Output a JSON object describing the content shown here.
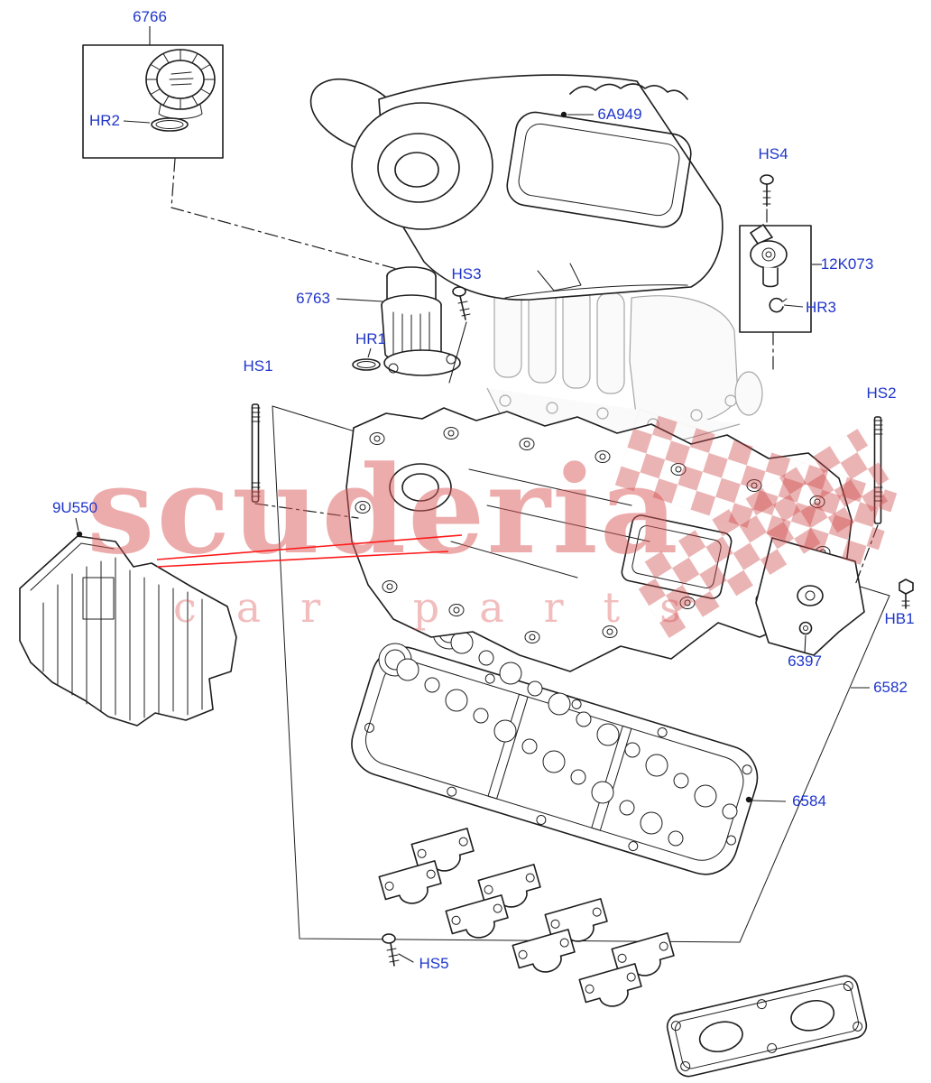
{
  "diagram_type": "exploded-parts-diagram",
  "colors": {
    "part_label": "#1f35c9",
    "watermark": "#db5a5a",
    "highlight_line": "#ff1a1a",
    "artwork_line": "#1d1d1d"
  },
  "watermark": {
    "brand": "scuderia",
    "tagline": "car parts"
  },
  "labels": [
    {
      "text": "6766"
    },
    {
      "text": "HR2"
    },
    {
      "text": "6A949"
    },
    {
      "text": "HS4"
    },
    {
      "text": "12K073"
    },
    {
      "text": "HR3"
    },
    {
      "text": "HS3"
    },
    {
      "text": "6763"
    },
    {
      "text": "HR1"
    },
    {
      "text": "HS1"
    },
    {
      "text": "HS2"
    },
    {
      "text": "9U550"
    },
    {
      "text": "HB1"
    },
    {
      "text": "6397"
    },
    {
      "text": "6582"
    },
    {
      "text": "6584"
    },
    {
      "text": "HS5"
    }
  ]
}
